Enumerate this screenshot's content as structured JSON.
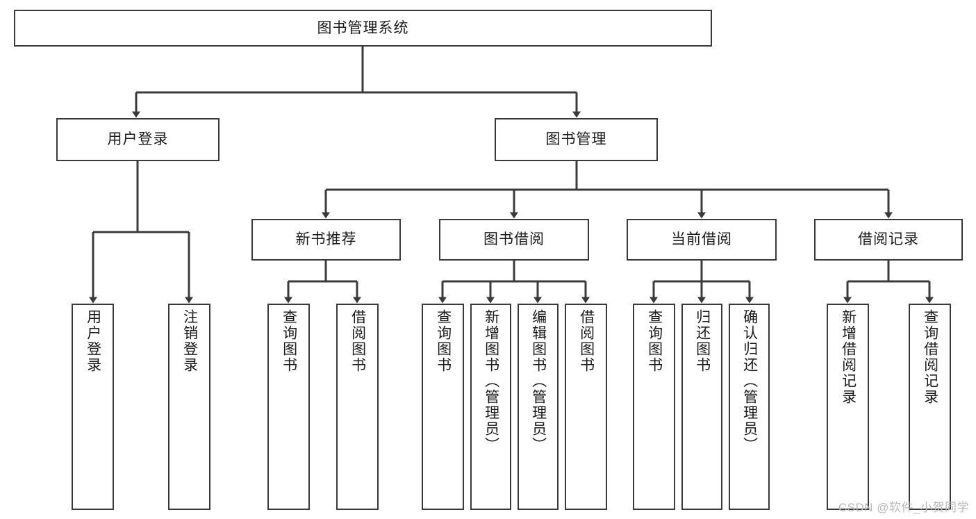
{
  "diagram": {
    "title": "图书管理系统",
    "type": "hierarchy-tree",
    "stroke_color": "#3a3a3a",
    "fill_color": "#ffffff",
    "text_color": "#1a1a1a",
    "root": {
      "label": "图书管理系统"
    },
    "level2": [
      {
        "label": "用户登录"
      },
      {
        "label": "图书管理"
      }
    ],
    "level3": [
      {
        "label": "新书推荐"
      },
      {
        "label": "图书借阅"
      },
      {
        "label": "当前借阅"
      },
      {
        "label": "借阅记录"
      }
    ],
    "leaves": {
      "user_login": [
        {
          "label": "用户登录"
        },
        {
          "label": "注销登录"
        }
      ],
      "new_book_recommend": [
        {
          "label": "查询图书"
        },
        {
          "label": "借阅图书"
        }
      ],
      "book_borrow": [
        {
          "label": "查询图书"
        },
        {
          "label": "新增图书（管理员）"
        },
        {
          "label": "编辑图书（管理员）"
        },
        {
          "label": "借阅图书"
        }
      ],
      "current_borrow": [
        {
          "label": "查询图书"
        },
        {
          "label": "归还图书"
        },
        {
          "label": "确认归还（管理员）"
        }
      ],
      "borrow_record": [
        {
          "label": "新增借阅记录"
        },
        {
          "label": "查询借阅记录"
        }
      ]
    }
  },
  "watermark": {
    "text": "CSDN @软件_小贺同学"
  }
}
